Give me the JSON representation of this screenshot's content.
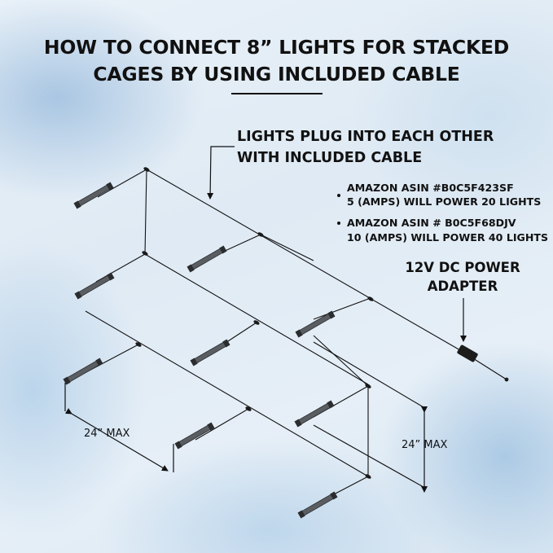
{
  "title": {
    "line1": "HOW TO CONNECT 8” LIGHTS FOR STACKED",
    "line2": "CAGES BY USING INCLUDED CABLE"
  },
  "cable_note": {
    "line1": "LIGHTS PLUG INTO EACH OTHER",
    "line2": "WITH INCLUDED CABLE"
  },
  "adapters": [
    {
      "asin": "AMAZON ASIN #B0C5F423SF",
      "spec": "5 (AMPS) WILL POWER 20 LIGHTS"
    },
    {
      "asin": "AMAZON ASIN # B0C5F68DJV",
      "spec": "10 (AMPS) WILL POWER 40 LIGHTS"
    }
  ],
  "power_adapter": {
    "line1": "12V DC POWER",
    "line2": "ADAPTER"
  },
  "dimensions": {
    "horizontal": "24” MAX",
    "vertical": "24” MAX"
  },
  "colors": {
    "line": "#111111",
    "light_bar": "#5a5e62",
    "light_end": "#2a2c2e"
  }
}
